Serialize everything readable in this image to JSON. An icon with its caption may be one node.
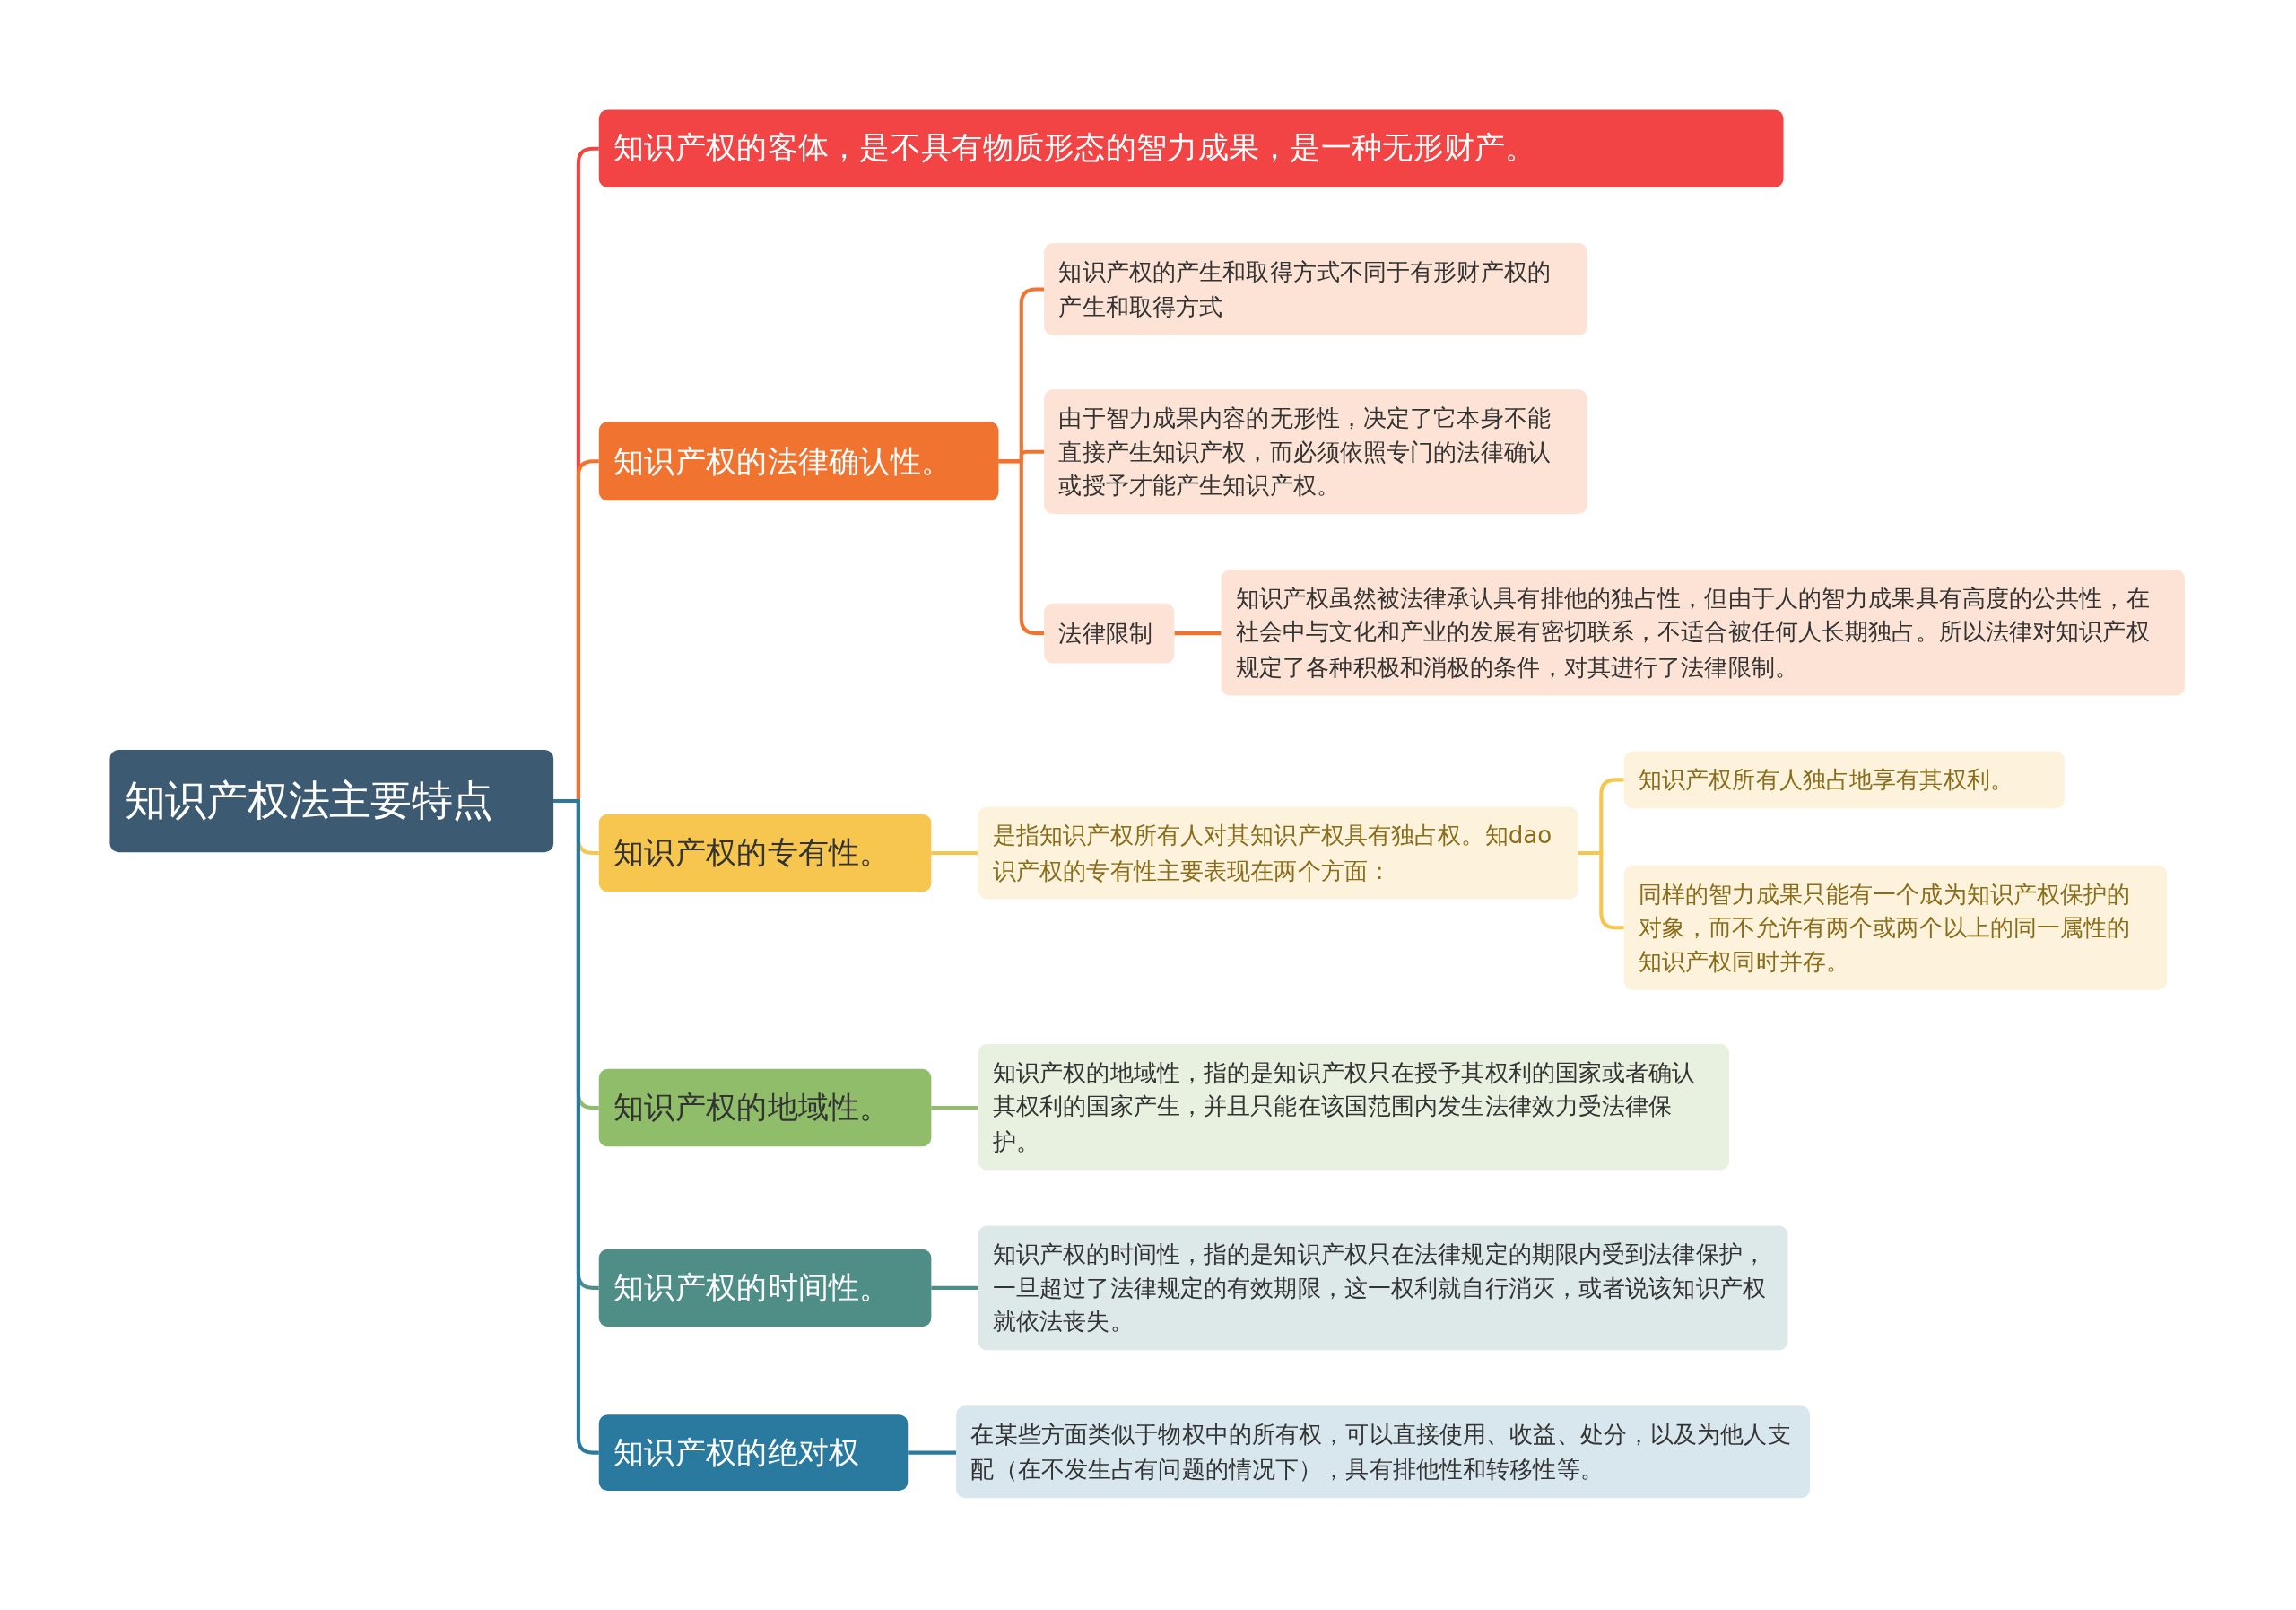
{
  "diagram": {
    "nodes": [
      {
        "text": [
          "知识产权法主要特点"
        ]
      },
      {
        "text": [
          "知识产权的客体，是不具有物质形态的智力成果，是一种无形财产。"
        ]
      },
      {
        "text": [
          "知识产权的法律确认性。"
        ]
      },
      {
        "text": [
          "知识产权的产生和取得方式不同于有形财产权的产生和取得方式"
        ]
      },
      {
        "text": [
          "由于智力成果内容的无形性，决定了它本身不能直接产生知识产权，而必须依照专门的法律确认或授予才能产生知识产权。"
        ]
      },
      {
        "text": [
          "法律限制"
        ]
      },
      {
        "text": [
          "知识产权虽然被法律承认具有排他的独占性，但由于人的智力成果具有高度的公共性，在社会中与文化和产业的发展有密切联系，不适合被任何人长期独占。所以法律对知识产权规定了各种积极和消极的条件，对其进行了法律限制。"
        ]
      },
      {
        "text": [
          "知识产权的专有性。"
        ]
      },
      {
        "text": [
          "是指知识产权所有人对其知识产权具有独占权。知dao识产权的专有性主要表现在两个方面："
        ]
      },
      {
        "text": [
          "知识产权所有人独占地享有其权利。"
        ]
      },
      {
        "text": [
          "同样的智力成果只能有一个成为知识产权保护的对象，而不允许有两个或两个以上的同一属性的知识产权同时并存。"
        ]
      },
      {
        "text": [
          "知识产权的地域性。"
        ]
      },
      {
        "text": [
          "知识产权的地域性，指的是知识产权只在授予其权利的国家或者确认其权利的国家产生，并且只能在该国范围内发生法律效力受法律保护。"
        ]
      },
      {
        "text": [
          "知识产权的时间性。"
        ]
      },
      {
        "text": [
          "知识产权的时间性，指的是知识产权只在法律规定的期限内受到法律保护，一旦超过了法律规定的有效期限，这一权利就自行消灭，或者说该知识产权就依法丧失。"
        ]
      },
      {
        "text": [
          "知识产权的绝对权"
        ]
      },
      {
        "text": [
          "在某些方面类似于物权中的所有权，可以直接使用、收益、处分，以及为他人支配（在不发生占有问题的情况下），具有排他性和转移性等。"
        ]
      }
    ],
    "edges": [
      {
        "from": 0,
        "to": 1,
        "arrow": "none",
        "color": "#f24444"
      },
      {
        "from": 0,
        "to": 2,
        "arrow": "none",
        "color": "#f07430"
      },
      {
        "from": 2,
        "to": 3,
        "arrow": "none",
        "color": "#f07430"
      },
      {
        "from": 2,
        "to": 4,
        "arrow": "none",
        "color": "#f07430"
      },
      {
        "from": 2,
        "to": 5,
        "arrow": "none",
        "color": "#f07430"
      },
      {
        "from": 5,
        "to": 6,
        "arrow": "none",
        "color": "#f07430"
      },
      {
        "from": 0,
        "to": 7,
        "arrow": "none",
        "color": "#f7c64f"
      },
      {
        "from": 7,
        "to": 8,
        "arrow": "none",
        "color": "#f7c64f"
      },
      {
        "from": 8,
        "to": 9,
        "arrow": "none",
        "color": "#f7c64f"
      },
      {
        "from": 8,
        "to": 10,
        "arrow": "none",
        "color": "#f7c64f"
      },
      {
        "from": 0,
        "to": 11,
        "arrow": "none",
        "color": "#8fbd6a"
      },
      {
        "from": 11,
        "to": 12,
        "arrow": "none",
        "color": "#8fbd6a"
      },
      {
        "from": 0,
        "to": 13,
        "arrow": "none",
        "color": "#4f8e86"
      },
      {
        "from": 13,
        "to": 14,
        "arrow": "none",
        "color": "#4f8e86"
      },
      {
        "from": 0,
        "to": 15,
        "arrow": "none",
        "color": "#2a7aa0"
      },
      {
        "from": 15,
        "to": 16,
        "arrow": "none",
        "color": "#2a7aa0"
      }
    ]
  }
}
